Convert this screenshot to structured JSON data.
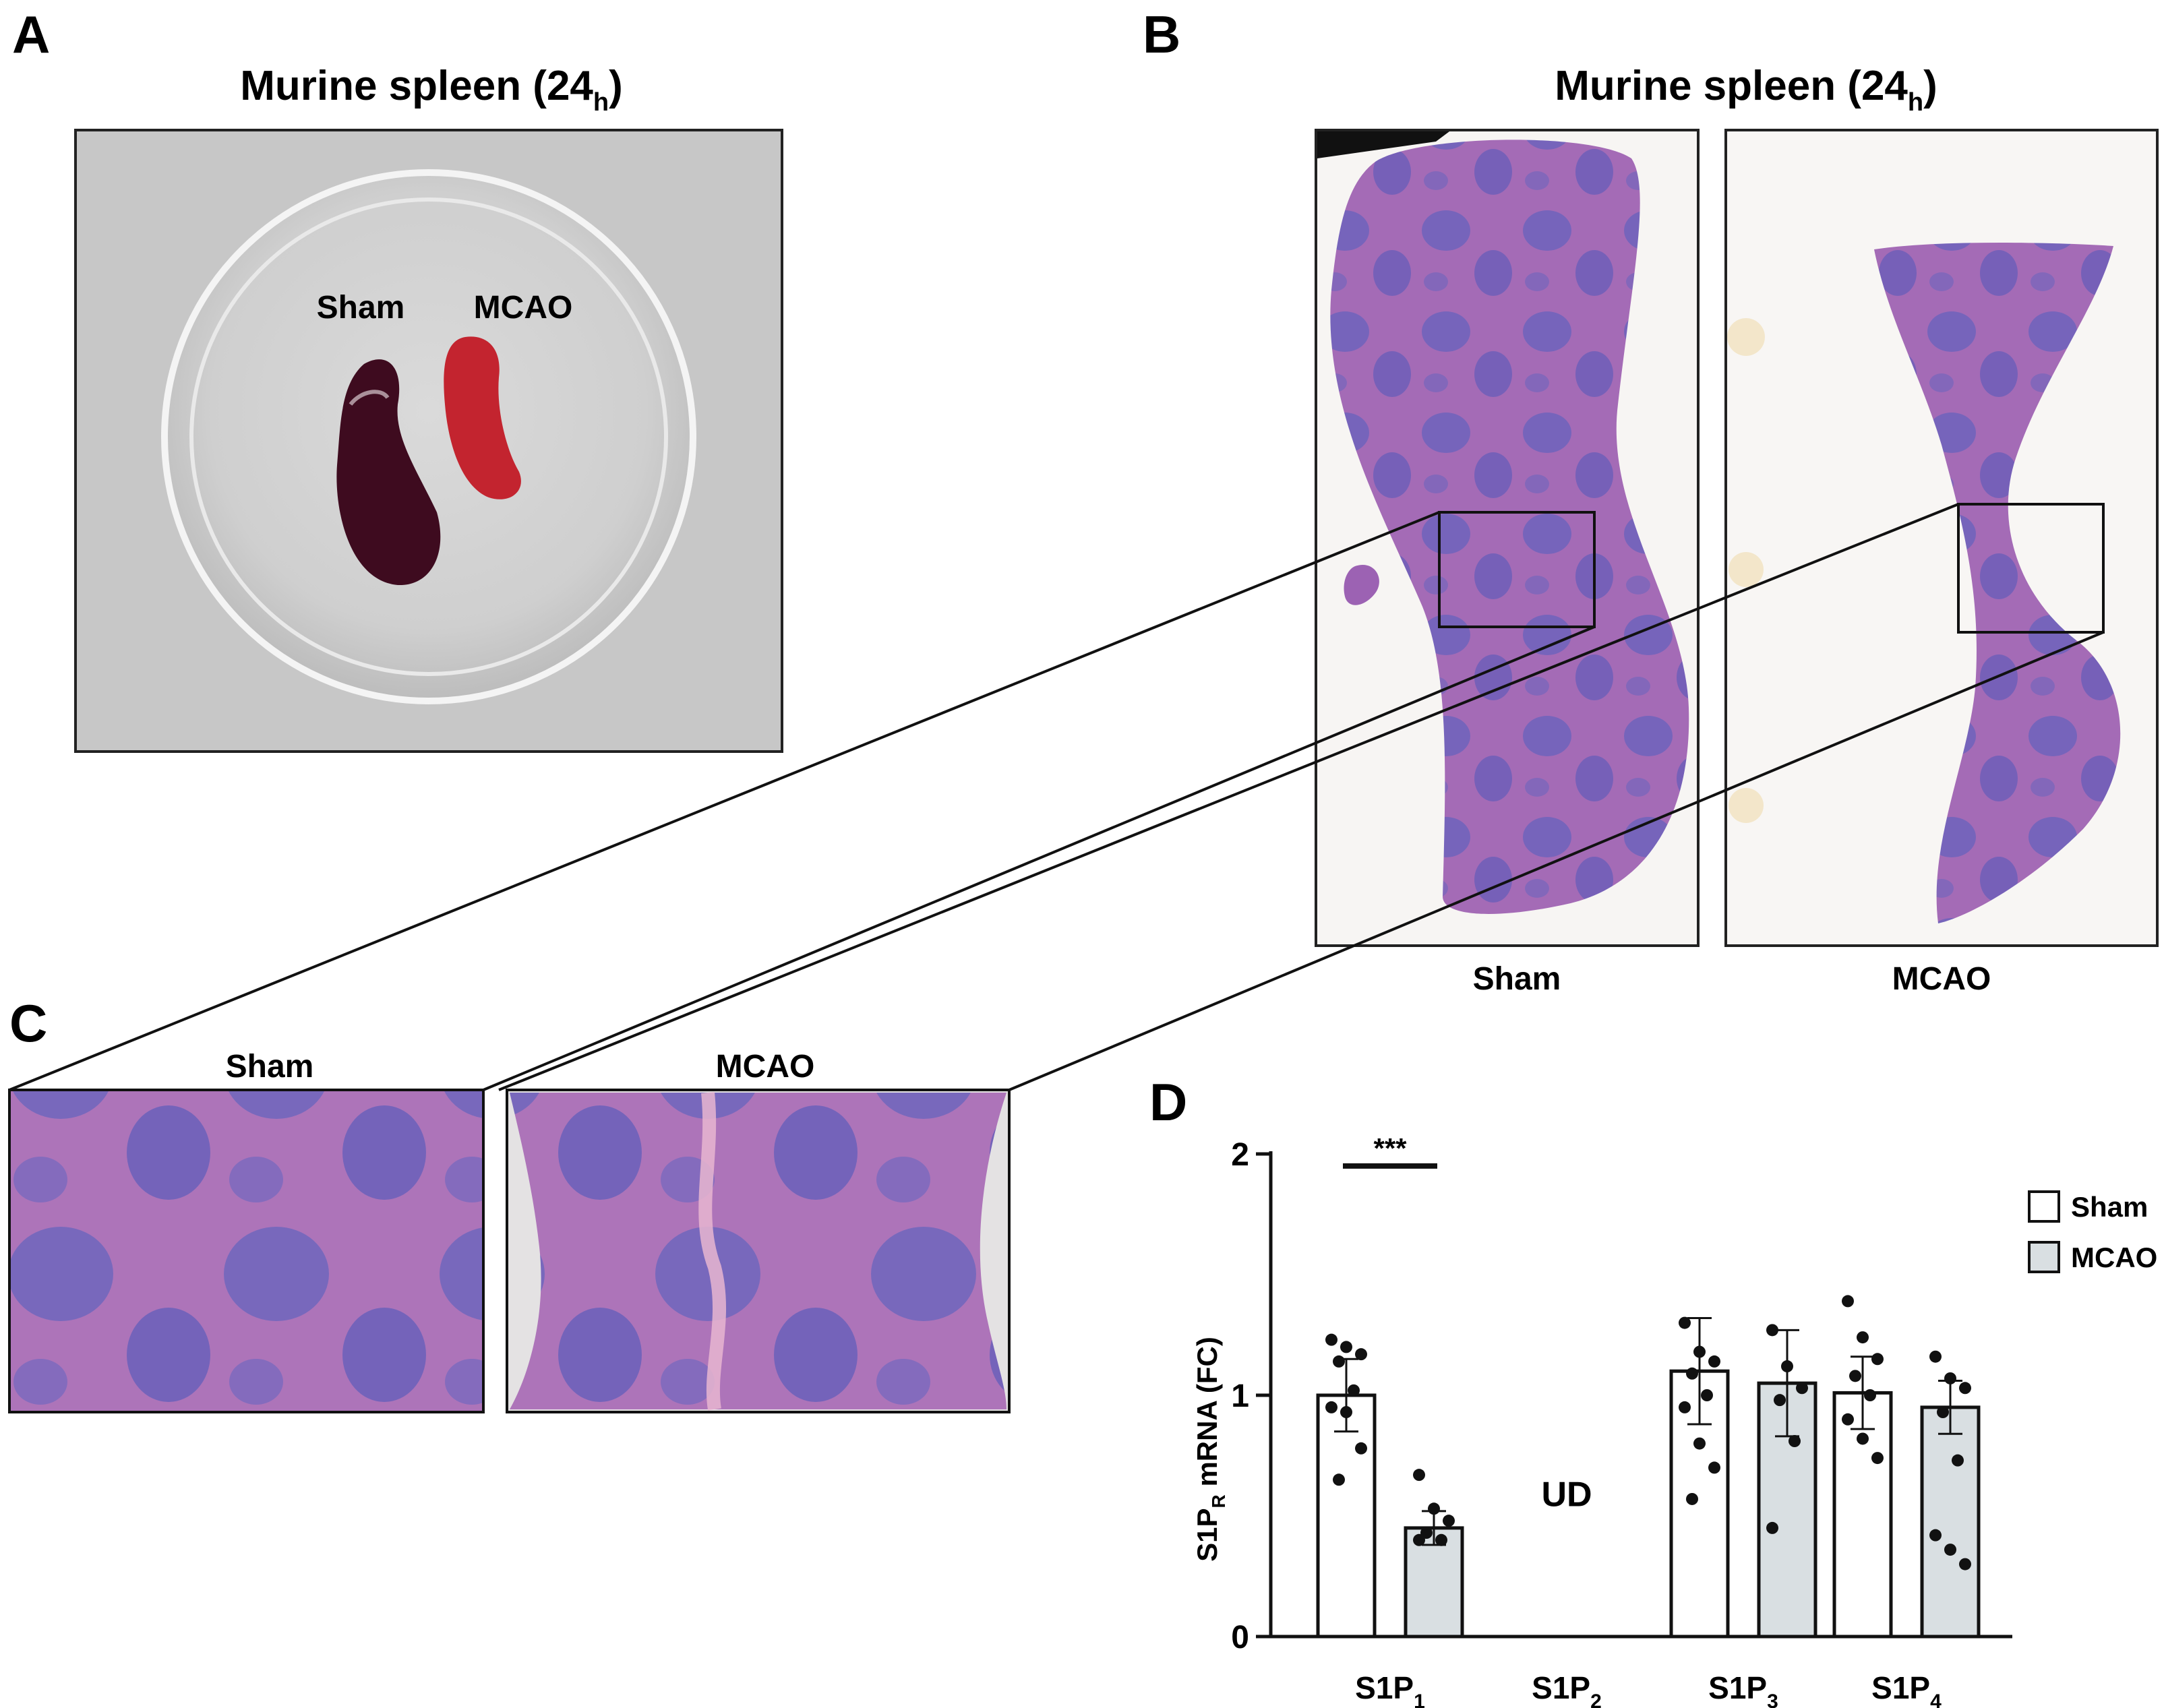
{
  "panels": {
    "a": {
      "letter": "A",
      "title": "Murine spleen (24",
      "title_sub": "h",
      "label_left": "Sham",
      "label_right": "MCAO"
    },
    "b": {
      "letter": "B",
      "title": "Murine spleen (24",
      "title_sub": "h",
      "caption_left": "Sham",
      "caption_right": "MCAO"
    },
    "c": {
      "letter": "C",
      "caption_left": "Sham",
      "caption_right": "MCAO"
    },
    "d": {
      "letter": "D"
    }
  },
  "colors": {
    "sham_bar": "#ffffff",
    "mcao_bar": "#d9dfe2",
    "tissue": "#9b5fb0",
    "follicle": "#6d5fb8",
    "sham_organ": "#3e0b1f",
    "mcao_organ": "#c3242f",
    "photo_bg": "#c8c8c8"
  },
  "chart_data": {
    "type": "bar",
    "ylabel_main": "S1P",
    "ylabel_sub": "R",
    "ylabel_rest": " mRNA (FC)",
    "ylim": [
      0,
      2
    ],
    "yticks": [
      "0",
      "1",
      "2"
    ],
    "categories": [
      {
        "main": "S1P",
        "sub": "1"
      },
      {
        "main": "S1P",
        "sub": "2"
      },
      {
        "main": "S1P",
        "sub": "3"
      },
      {
        "main": "S1P",
        "sub": "4"
      }
    ],
    "series": [
      {
        "name": "Sham",
        "values": [
          1.0,
          null,
          1.1,
          1.01
        ],
        "sd": [
          0.15,
          null,
          0.22,
          0.15
        ],
        "points": [
          [
            1.23,
            1.2,
            1.17,
            1.14,
            1.02,
            0.95,
            0.93,
            0.78,
            0.65
          ],
          [],
          [
            1.3,
            1.18,
            1.14,
            1.09,
            1.0,
            0.95,
            0.8,
            0.7,
            0.57
          ],
          [
            1.39,
            1.24,
            1.15,
            1.08,
            1.0,
            0.9,
            0.82,
            0.74
          ]
        ]
      },
      {
        "name": "MCAO",
        "values": [
          0.45,
          null,
          1.05,
          0.95
        ],
        "sd": [
          0.07,
          null,
          0.22,
          0.11
        ],
        "points": [
          [
            0.67,
            0.53,
            0.48,
            0.43,
            0.4,
            0.4
          ],
          [],
          [
            1.27,
            1.12,
            1.03,
            0.98,
            0.81,
            0.45
          ],
          [
            1.16,
            1.07,
            1.03,
            0.93,
            0.73,
            0.42,
            0.36,
            0.3
          ]
        ]
      }
    ],
    "annotations": {
      "significance": "***",
      "undetected": "UD"
    },
    "legend": {
      "position": "top-right"
    }
  }
}
